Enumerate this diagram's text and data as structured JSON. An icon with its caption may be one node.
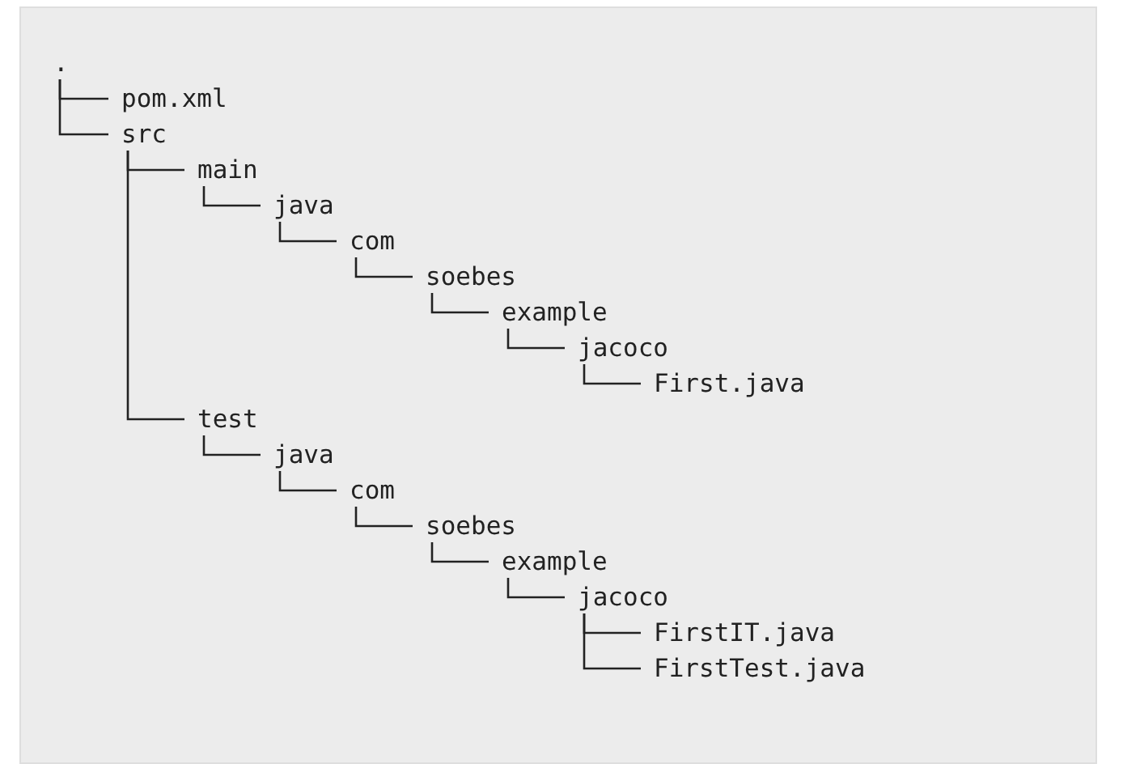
{
  "diagram": {
    "nodes": [
      {
        "text": [
          "."
        ]
      },
      {
        "text": [
          "pom.xml"
        ]
      },
      {
        "text": [
          "src"
        ]
      },
      {
        "text": [
          "main"
        ]
      },
      {
        "text": [
          "java"
        ]
      },
      {
        "text": [
          "com"
        ]
      },
      {
        "text": [
          "soebes"
        ]
      },
      {
        "text": [
          "example"
        ]
      },
      {
        "text": [
          "jacoco"
        ]
      },
      {
        "text": [
          "First.java"
        ]
      },
      {
        "text": [
          "test"
        ]
      },
      {
        "text": [
          "java"
        ]
      },
      {
        "text": [
          "com"
        ]
      },
      {
        "text": [
          "soebes"
        ]
      },
      {
        "text": [
          "example"
        ]
      },
      {
        "text": [
          "jacoco"
        ]
      },
      {
        "text": [
          "FirstIT.java"
        ]
      },
      {
        "text": [
          "FirstTest.java"
        ]
      }
    ],
    "edges": [
      {
        "from": 0,
        "to": 1,
        "arrow": "none"
      },
      {
        "from": 0,
        "to": 2,
        "arrow": "none"
      },
      {
        "from": 2,
        "to": 3,
        "arrow": "none"
      },
      {
        "from": 3,
        "to": 4,
        "arrow": "none"
      },
      {
        "from": 4,
        "to": 5,
        "arrow": "none"
      },
      {
        "from": 5,
        "to": 6,
        "arrow": "none"
      },
      {
        "from": 6,
        "to": 7,
        "arrow": "none"
      },
      {
        "from": 7,
        "to": 8,
        "arrow": "none"
      },
      {
        "from": 8,
        "to": 9,
        "arrow": "none"
      },
      {
        "from": 2,
        "to": 10,
        "arrow": "none"
      },
      {
        "from": 10,
        "to": 11,
        "arrow": "none"
      },
      {
        "from": 11,
        "to": 12,
        "arrow": "none"
      },
      {
        "from": 12,
        "to": 13,
        "arrow": "none"
      },
      {
        "from": 13,
        "to": 14,
        "arrow": "none"
      },
      {
        "from": 14,
        "to": 15,
        "arrow": "none"
      },
      {
        "from": 15,
        "to": 16,
        "arrow": "none"
      },
      {
        "from": 15,
        "to": 17,
        "arrow": "none"
      }
    ]
  }
}
